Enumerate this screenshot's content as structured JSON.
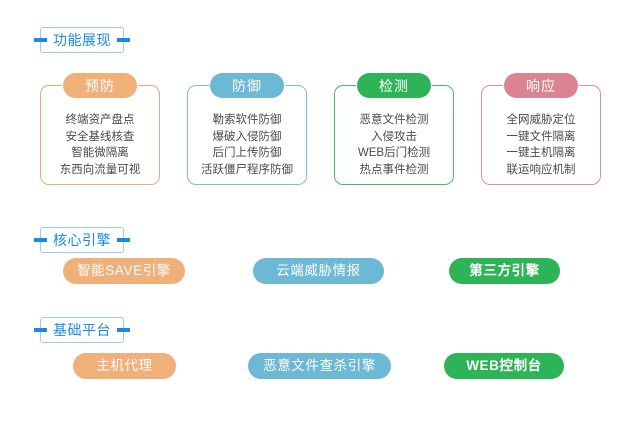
{
  "theme": {
    "orange": "#f0b07a",
    "blue": "#6db8d4",
    "green": "#2db457",
    "pink": "#d98490",
    "heading_blue": "#1a8ae5",
    "heading_frame": "#9ecbf2",
    "body_text": "#4a4a4a",
    "background": "#ffffff"
  },
  "sections": {
    "features": {
      "title": "功能展现"
    },
    "engines": {
      "title": "核心引擎"
    },
    "platform": {
      "title": "基础平台"
    }
  },
  "feature_boxes": [
    {
      "title": "预防",
      "color": "orange",
      "items": [
        "终端资产盘点",
        "安全基线核查",
        "智能微隔离",
        "东西向流量可视"
      ]
    },
    {
      "title": "防御",
      "color": "blue",
      "items": [
        "勒索软件防御",
        "爆破入侵防御",
        "后门上传防御",
        "活跃僵尸程序防御"
      ]
    },
    {
      "title": "检测",
      "color": "green",
      "items": [
        "恶意文件检测",
        "入侵攻击",
        "WEB后门检测",
        "热点事件检测"
      ]
    },
    {
      "title": "响应",
      "color": "pink",
      "items": [
        "全网威胁定位",
        "一键文件隔离",
        "一键主机隔离",
        "联运响应机制"
      ]
    }
  ],
  "engine_capsules": [
    {
      "label": "智能SAVE引擎",
      "color": "orange"
    },
    {
      "label": "云端威胁情报",
      "color": "blue"
    },
    {
      "label": "第三方引擎",
      "color": "green"
    }
  ],
  "platform_capsules": [
    {
      "label": "主机代理",
      "color": "orange"
    },
    {
      "label": "恶意文件查杀引擎",
      "color": "blue"
    },
    {
      "label": "WEB控制台",
      "color": "green"
    }
  ]
}
